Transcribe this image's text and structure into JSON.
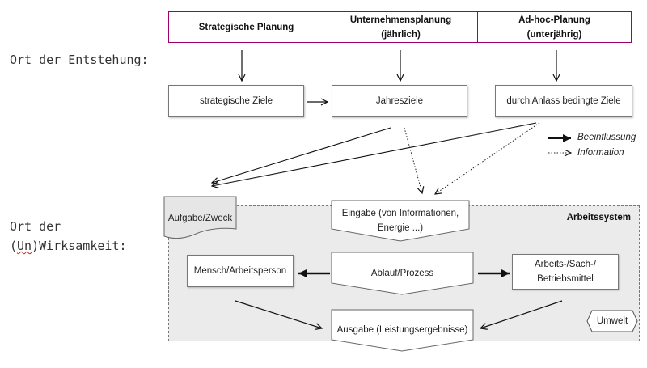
{
  "labels": {
    "entstehung": "Ort der Entstehung:",
    "wirksamkeit_line1": "Ort der",
    "wirksamkeit_paren_open": "(",
    "wirksamkeit_un": "Un",
    "wirksamkeit_rest": ")Wirksamkeit:"
  },
  "planning": [
    {
      "line1": "Strategische Planung",
      "line2": ""
    },
    {
      "line1": "Unternehmensplanung",
      "line2": "(jährlich)"
    },
    {
      "line1": "Ad-hoc-Planung",
      "line2": "(unterjährig)"
    }
  ],
  "goals": {
    "strategic": "strategische Ziele",
    "annual": "Jahresziele",
    "occasion": "durch Anlass bedingte Ziele"
  },
  "legend": {
    "influence": "Beeinflussung",
    "information": "Information"
  },
  "system": {
    "title": "Arbeitssystem",
    "purpose": "Aufgabe/Zweck",
    "input_line1": "Eingabe (von Informationen,",
    "input_line2": "Energie ...)",
    "human": "Mensch/Arbeitsperson",
    "process": "Ablauf/Prozess",
    "means_line1": "Arbeits-/Sach-/",
    "means_line2": "Betriebsmittel",
    "output": "Ausgabe (Leistungsergebnisse)",
    "environment": "Umwelt"
  },
  "colors": {
    "planning_border": "#a0006e",
    "system_fill": "#ebebeb"
  }
}
